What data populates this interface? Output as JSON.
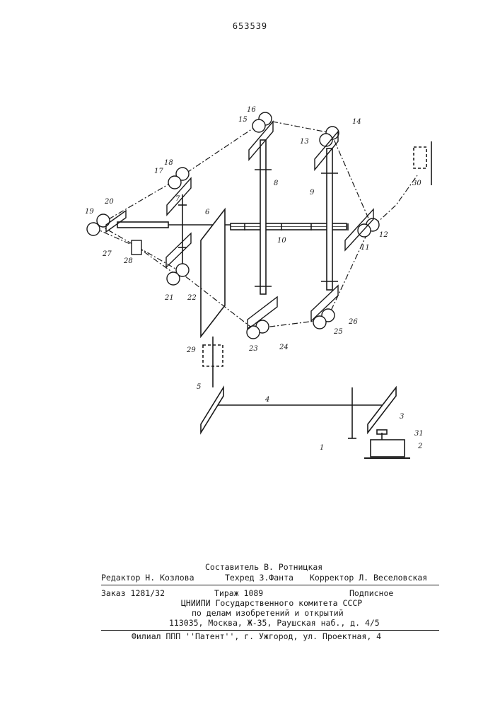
{
  "page": {
    "number": "653539"
  },
  "figure": {
    "labels": [
      "1",
      "2",
      "3",
      "4",
      "5",
      "6",
      "7",
      "8",
      "9",
      "10",
      "11",
      "12",
      "13",
      "14",
      "15",
      "16",
      "17",
      "18",
      "19",
      "20",
      "21",
      "22",
      "23",
      "24",
      "25",
      "26",
      "27",
      "28",
      "29",
      "30",
      "31"
    ]
  },
  "colophon": {
    "compiler": "Составитель В. Ротницкая",
    "editor": "Редактор Н. Козлова",
    "techred": "Техред З.Фанта",
    "corrector": "Корректор Л. Веселовская",
    "order": "Заказ 1281/32",
    "circulation": "Тираж 1089",
    "subscription": "Подписное",
    "org": "ЦНИИПИ Государственного комитета СССР",
    "dept": "по делам изобретений и открытий",
    "address": "113035, Москва, Ж-35, Раушская наб., д. 4/5",
    "branch": "Филиал ППП ''Патент'', г. Ужгород, ул. Проектная, 4"
  }
}
